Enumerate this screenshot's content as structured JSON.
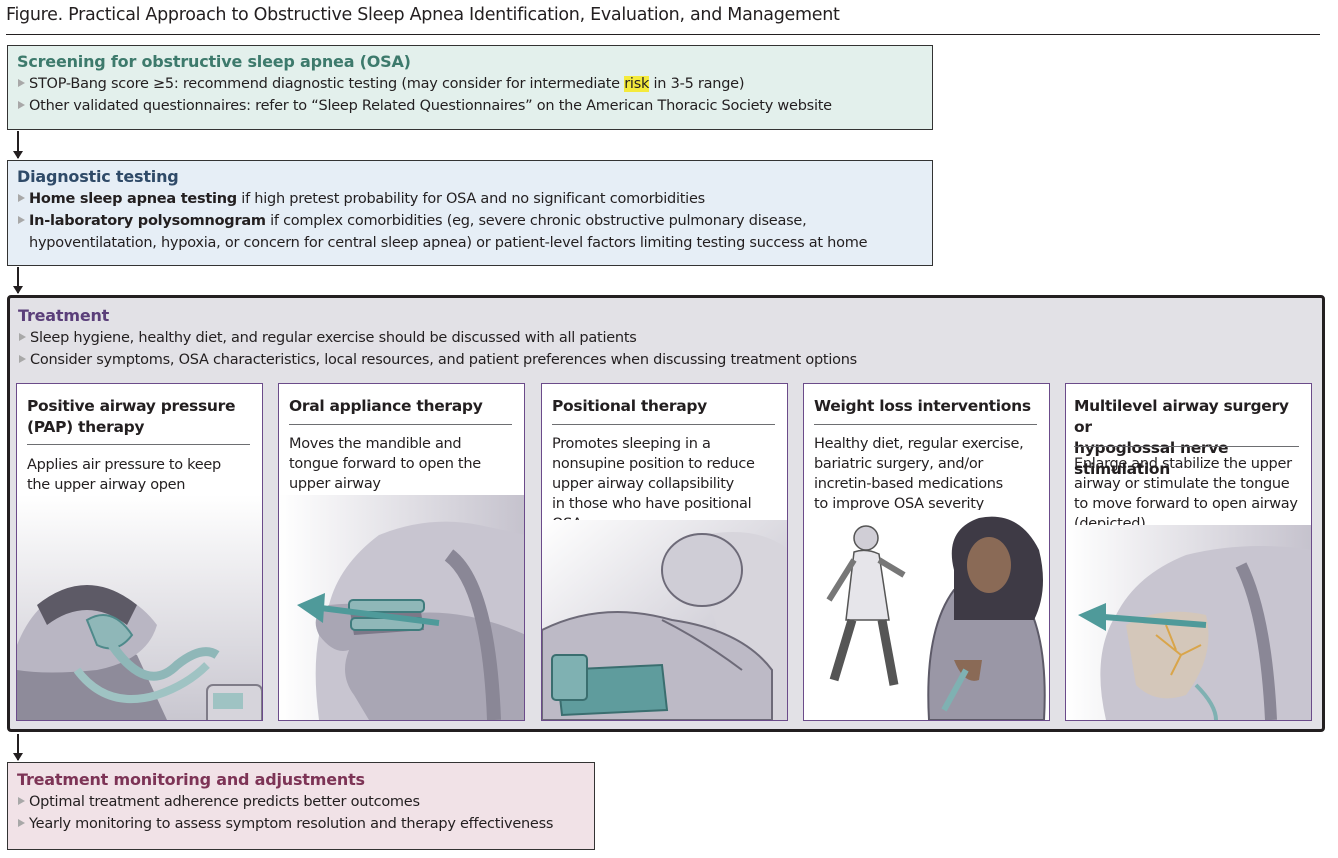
{
  "figure": {
    "title": "Figure. Practical Approach to Obstructive Sleep Apnea Identification, Evaluation, and Management"
  },
  "screening": {
    "title": "Screening for obstructive sleep apnea (OSA)",
    "items": [
      {
        "before": "STOP-Bang score ≥5: recommend diagnostic testing (may consider for intermediate ",
        "highlight": "risk",
        "after": " in 3-5 range)"
      },
      {
        "text": "Other validated questionnaires: refer to “Sleep Related Questionnaires” on the American Thoracic Society website"
      }
    ]
  },
  "diagnostic": {
    "title": "Diagnostic testing",
    "items": [
      {
        "bold": "Home sleep apnea testing",
        "rest": " if high pretest probability for OSA and no significant comorbidities"
      },
      {
        "bold": "In-laboratory polysomnogram",
        "rest": " if complex comorbidities (eg, severe chronic obstructive pulmonary disease,",
        "line2": "hypoventilatation, hypoxia, or concern for central sleep apnea) or patient-level factors limiting testing success at home"
      }
    ]
  },
  "treatment": {
    "title": "Treatment",
    "items": [
      "Sleep hygiene, healthy diet, and regular exercise should be discussed with all patients",
      "Consider symptoms, OSA characteristics, local resources, and patient preferences when discussing treatment options"
    ],
    "panels": [
      {
        "title1": "Positive airway pressure",
        "title2": "(PAP) therapy",
        "desc": [
          "Applies air pressure to keep",
          "the upper airway open"
        ]
      },
      {
        "title1": "Oral appliance therapy",
        "desc": [
          "Moves the mandible and",
          "tongue forward to open the",
          "upper airway"
        ]
      },
      {
        "title1": "Positional therapy",
        "desc": [
          "Promotes sleeping in a",
          "nonsupine position to reduce",
          "upper airway collapsibility",
          "in those who have positional",
          "OSA"
        ]
      },
      {
        "title1": "Weight loss interventions",
        "desc": [
          "Healthy diet, regular exercise,",
          "bariatric surgery, and/or",
          "incretin-based medications",
          "to improve OSA severity"
        ]
      },
      {
        "title1": "Multilevel airway surgery or",
        "title2": "hypoglossal nerve stimulation",
        "desc": [
          "Enlarge and stabilize the upper",
          "airway or stimulate the tongue",
          "to move forward to open airway",
          "(depicted)"
        ]
      }
    ]
  },
  "monitoring": {
    "title": "Treatment monitoring and adjustments",
    "items": [
      "Optimal treatment adherence predicts better outcomes",
      "Yearly monitoring to assess symptom resolution and therapy effectiveness"
    ]
  },
  "colors": {
    "screening_bg": "#e3f0ec",
    "diagnostic_bg": "#e6eef6",
    "treatment_bg": "#e2e1e6",
    "monitoring_bg": "#f1e2e7",
    "highlight": "#f4ea3c",
    "teal_arrow": "#4f9a9a"
  },
  "illustrations": [
    "pap-mask-illustration",
    "oral-appliance-illustration",
    "positional-therapy-illustration",
    "weight-loss-illustration",
    "nerve-stimulation-illustration"
  ]
}
